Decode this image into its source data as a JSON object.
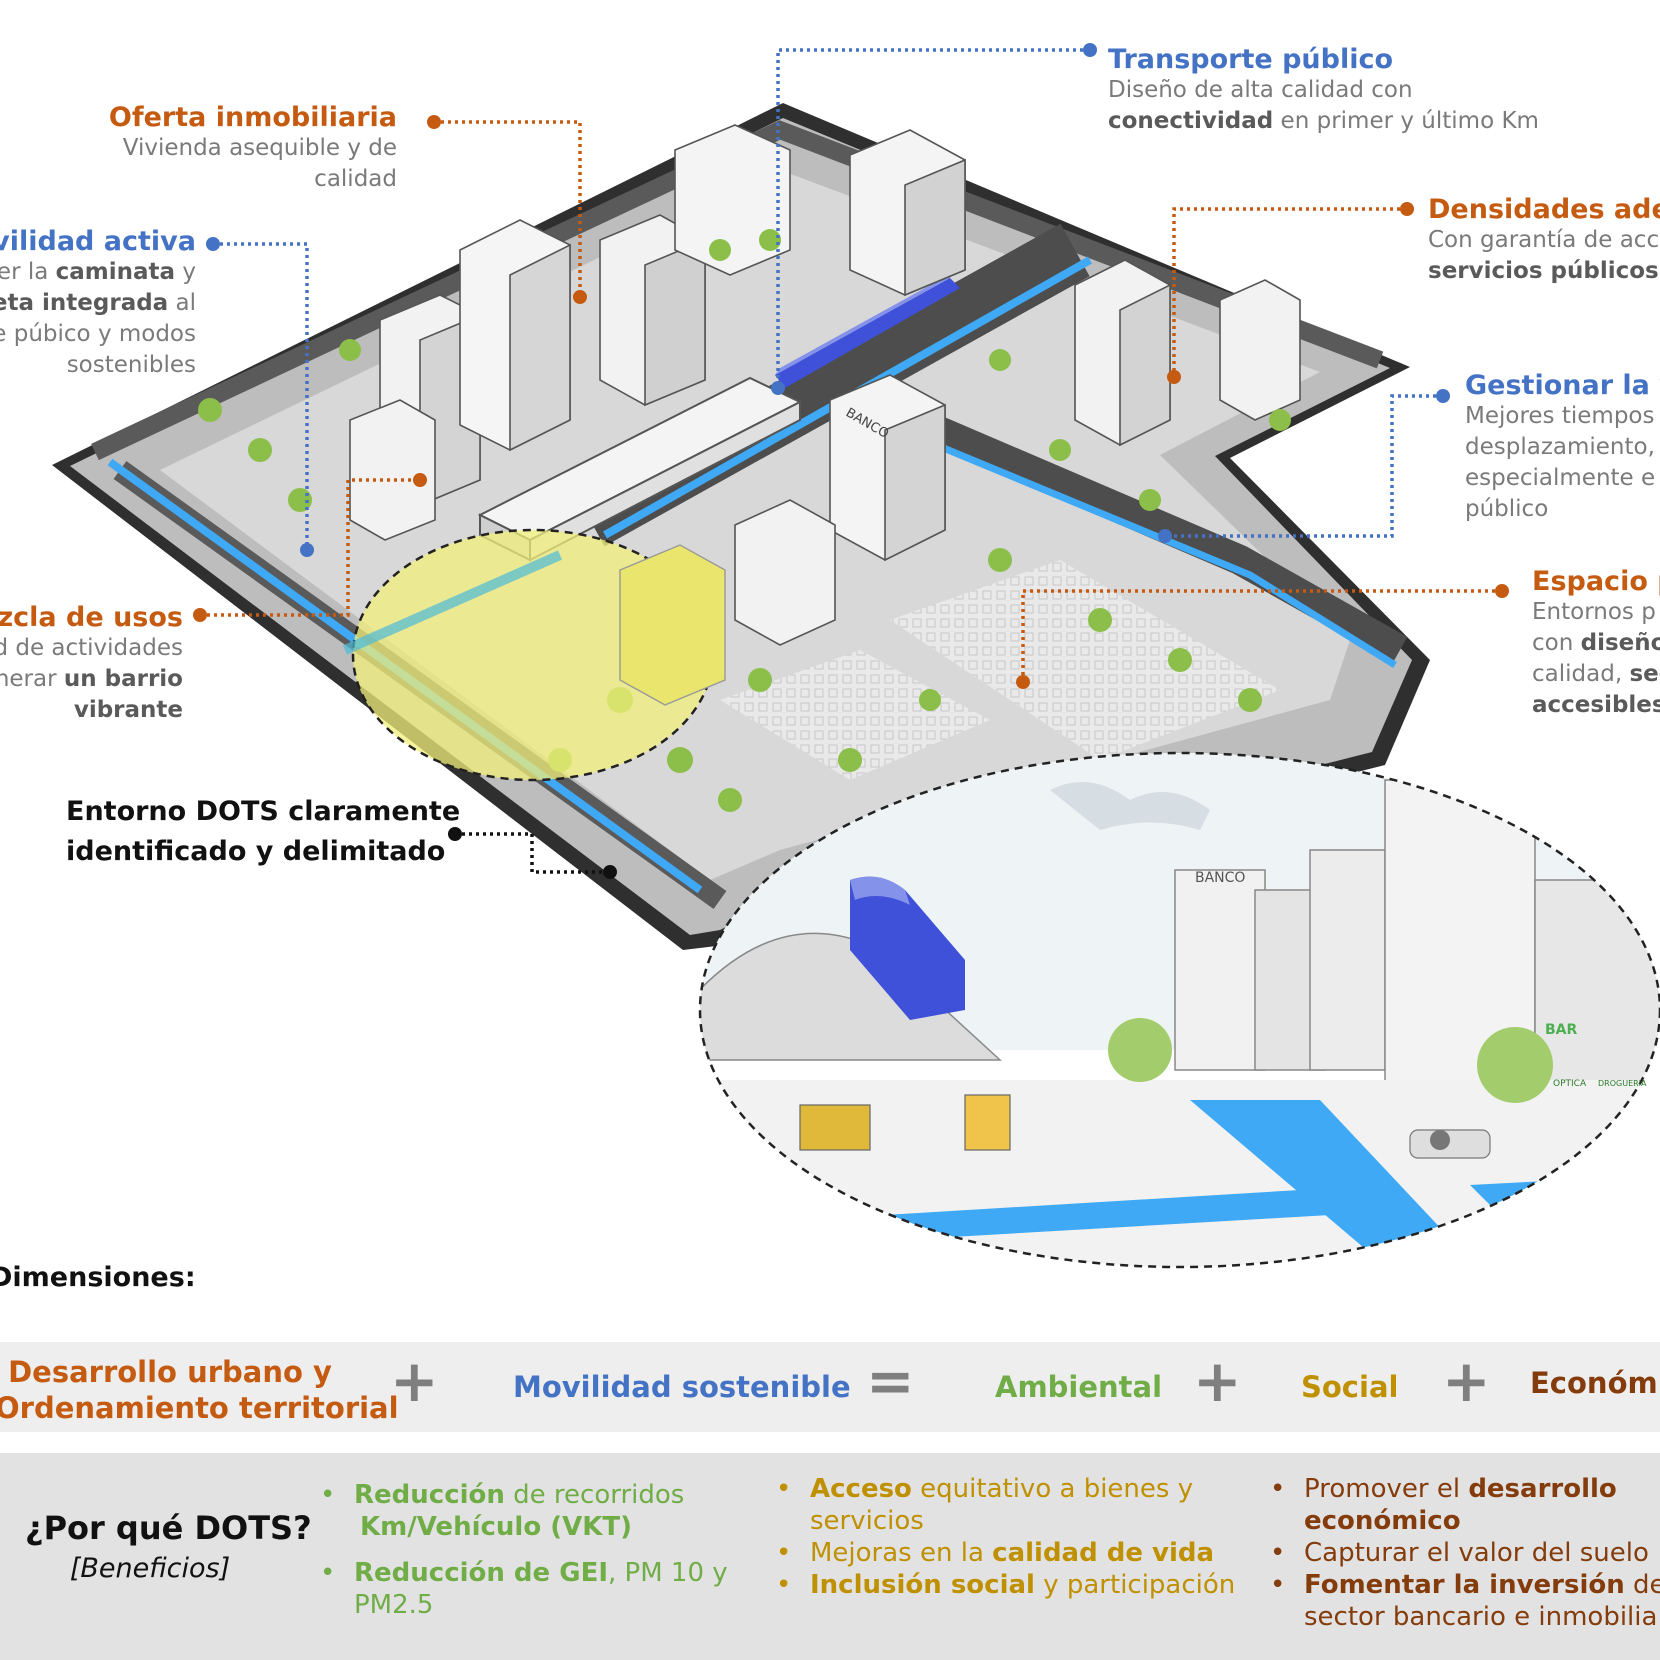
{
  "labels": {
    "transporte": {
      "title": "Transporte público",
      "line1": "Diseño de alta calidad con",
      "line2_bold": "conectividad",
      "line2_rest": " en primer y último Km"
    },
    "oferta": {
      "title": "Oferta inmobiliaria",
      "line1": "Vivienda asequible y de",
      "line2": "calidad"
    },
    "densidades": {
      "title": "Densidades adec",
      "line1": "Con garantía de acc",
      "line2_bold": "servicios públicos"
    },
    "movilidad": {
      "title": "ovilidad activa",
      "l1a": "ver la ",
      "l1b": "caminata",
      "l1c": " y",
      "l2a": "leta integrada",
      "l2b": " al",
      "l3": "e púbico y modos",
      "l4": "sostenibles"
    },
    "gestionar": {
      "title": "Gestionar la ve",
      "l1": "Mejores tiempos",
      "l2": "desplazamiento,",
      "l3": "especialmente e",
      "l4": "público"
    },
    "espacio": {
      "title": "Espacio p",
      "l1": "Entornos p",
      "l2a": "con ",
      "l2b": "diseño",
      "l3a": "calidad, ",
      "l3b": "seg",
      "l4": "accesibles"
    },
    "mezcla": {
      "title": "Mezcla de usos",
      "l1": "d de actividades",
      "l2a": "enerar ",
      "l2b": "un barrio",
      "l3": "vibrante"
    },
    "entorno": {
      "l1": "Entorno DOTS claramente",
      "l2": "identificado y delimitado"
    }
  },
  "scene_signs": {
    "banco1": "BANCO",
    "banco2": "BANCO",
    "bar": "BAR",
    "optica": "OPTICA",
    "drogueria": "DROGUERIA"
  },
  "dimensions": {
    "heading": "Dimensiones:",
    "urbano_l1": "Desarrollo urbano y",
    "urbano_l2": "Ordenamiento territorial",
    "plus": "+",
    "movilidad": "Movilidad sostenible",
    "equals": "=",
    "ambiental": "Ambiental",
    "social": "Social",
    "economico": "Económic"
  },
  "why": {
    "title": "¿Por qué DOTS?",
    "subtitle": "[Beneficios]",
    "bullet_green": "•",
    "bullet_gold": "•",
    "bullet_brown": "•",
    "amb1_bold": "Reducción",
    "amb1_rest": " de recorridos",
    "amb1_l2": "Km/Vehículo (VKT)",
    "amb2_bold": "Reducción de GEI",
    "amb2_rest": ", PM 10 y",
    "amb2_l2": "PM2.5",
    "soc1_bold": "Acceso",
    "soc1_rest": " equitativo a bienes y",
    "soc1_l2": "servicios",
    "soc2_rest": "Mejoras en la ",
    "soc2_bold": "calidad de vida",
    "soc3_bold": "Inclusión social",
    "soc3_rest": " y participación",
    "eco1_rest": "Promover el ",
    "eco1_bold": "desarrollo",
    "eco1_l2": "económico",
    "eco2": "Capturar el valor del suelo",
    "eco3_bold": "Fomentar la inversión",
    "eco3_rest": " del",
    "eco3_l2": "sector bancario  e inmobilia"
  },
  "colors": {
    "orange": "#c55a11",
    "blue": "#4472c4",
    "green": "#70ad47",
    "gold": "#bf9000",
    "brown": "#843c0c",
    "gray_bar": "#eeeeee",
    "gray_why": "#e2e2e2",
    "bike_lane": "#3fa9f5",
    "tram": "#3f51d8"
  }
}
